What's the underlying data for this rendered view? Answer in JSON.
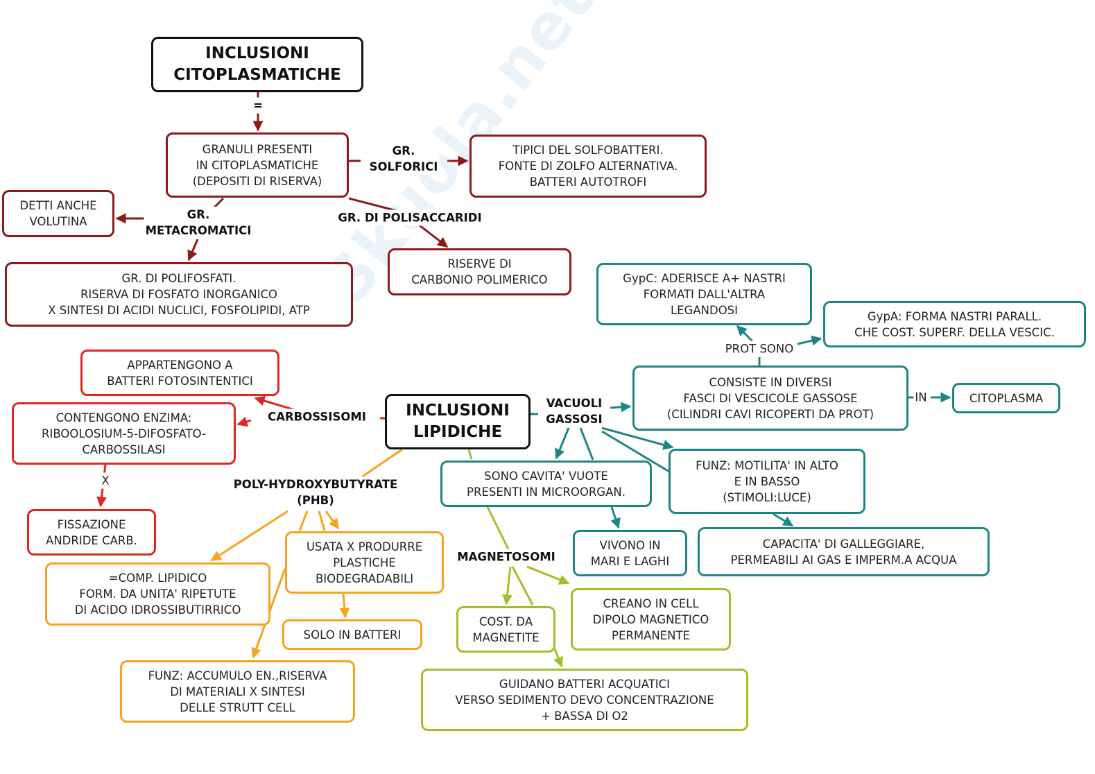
{
  "colors": {
    "dark_red": "#8b1a1a",
    "red": "#e52421",
    "orange": "#f6a31e",
    "teal": "#1c8686",
    "green": "#9cc22a",
    "black": "#111111"
  },
  "watermark": "Skuola.net",
  "nodes": {
    "root": "INCLUSIONI\nCITOPLASMATICHE",
    "granuli": "GRANULI PRESENTI\nIN CITOPLASMATICHE\n(DEPOSITI DI RISERVA)",
    "tipici": "TIPICI DEL SOLFOBATTERI.\nFONTE DI ZOLFO ALTERNATIVA.\nBATTERI AUTOTROFI",
    "detti": "DETTI ANCHE\nVOLUTINA",
    "polifosfati": "GR. DI POLIFOSFATI.\nRISERVA DI FOSFATO INORGANICO\nX SINTESI DI ACIDI NUCLICI, FOSFOLIPIDI, ATP",
    "riserve": "RISERVE DI\nCARBONIO POLIMERICO",
    "gypc": "GypC: ADERISCE A+ NASTRI\nFORMATI DALL'ALTRA\nLEGANDOSI",
    "gypa": "GypA: FORMA NASTRI PARALL.\nCHE COST. SUPERF. DELLA VESCIC.",
    "consiste": "CONSISTE IN DIVERSI\nFASCI DI VESCICOLE GASSOSE\n(CILINDRI CAVI RICOPERTI DA PROT)",
    "citoplasma": "CITOPLASMA",
    "lipidiche": "INCLUSIONI\nLIPIDICHE",
    "appartengono": "APPARTENGONO A\nBATTERI FOTOSINTENTICI",
    "contengono": "CONTENGONO ENZIMA:\nRIBOOLOSIUM-5-DIFOSFATO-\nCARBOSSILASI",
    "fissazione": "FISSAZIONE\nANDRIDE CARB.",
    "sono_cavita": "SONO CAVITA' VUOTE\nPRESENTI IN MICROORGAN.",
    "funz_motilita": "FUNZ: MOTILITA' IN ALTO\nE IN BASSO\n(STIMOLI:LUCE)",
    "vivono": "VIVONO IN\nMARI E LAGHI",
    "capacita": "CAPACITA' DI GALLEGGIARE,\nPERMEABILI AI GAS E IMPERM.A ACQUA",
    "usata": "USATA X PRODURRE\nPLASTICHE\nBIODEGRADABILI",
    "comp_lipidico": "=COMP. LIPIDICO\nFORM. DA UNITA' RIPETUTE\nDI ACIDO IDROSSIBUTIRRICO",
    "solo_batteri": "SOLO IN BATTERI",
    "funz_accumulo": "FUNZ: ACCUMULO EN.,RISERVA\nDI MATERIALI X SINTESI\nDELLE STRUTT CELL",
    "cost_magnetite": "COST. DA\nMAGNETITE",
    "creano": "CREANO IN CELL\nDIPOLO MAGNETICO\nPERMANENTE",
    "guidano": "GUIDANO BATTERI ACQUATICI\nVERSO SEDIMENTO DEVO CONCENTRAZIONE\n+ BASSA DI O2"
  },
  "labels": {
    "equals": "=",
    "solforici": "GR.\nSOLFORICI",
    "metacromatici": "GR.\nMETACROMATICI",
    "polisaccaridi": "GR. DI POLISACCARIDI",
    "prot_sono": "PROT SONO",
    "in": "IN",
    "vacuoli": "VACUOLI\nGASSOSI",
    "carbossisomi": "CARBOSSISOMI",
    "x": "X",
    "phb": "POLY-HYDROXYBUTYRATE\n(PHB)",
    "magnetosomi": "MAGNETOSOMI"
  }
}
